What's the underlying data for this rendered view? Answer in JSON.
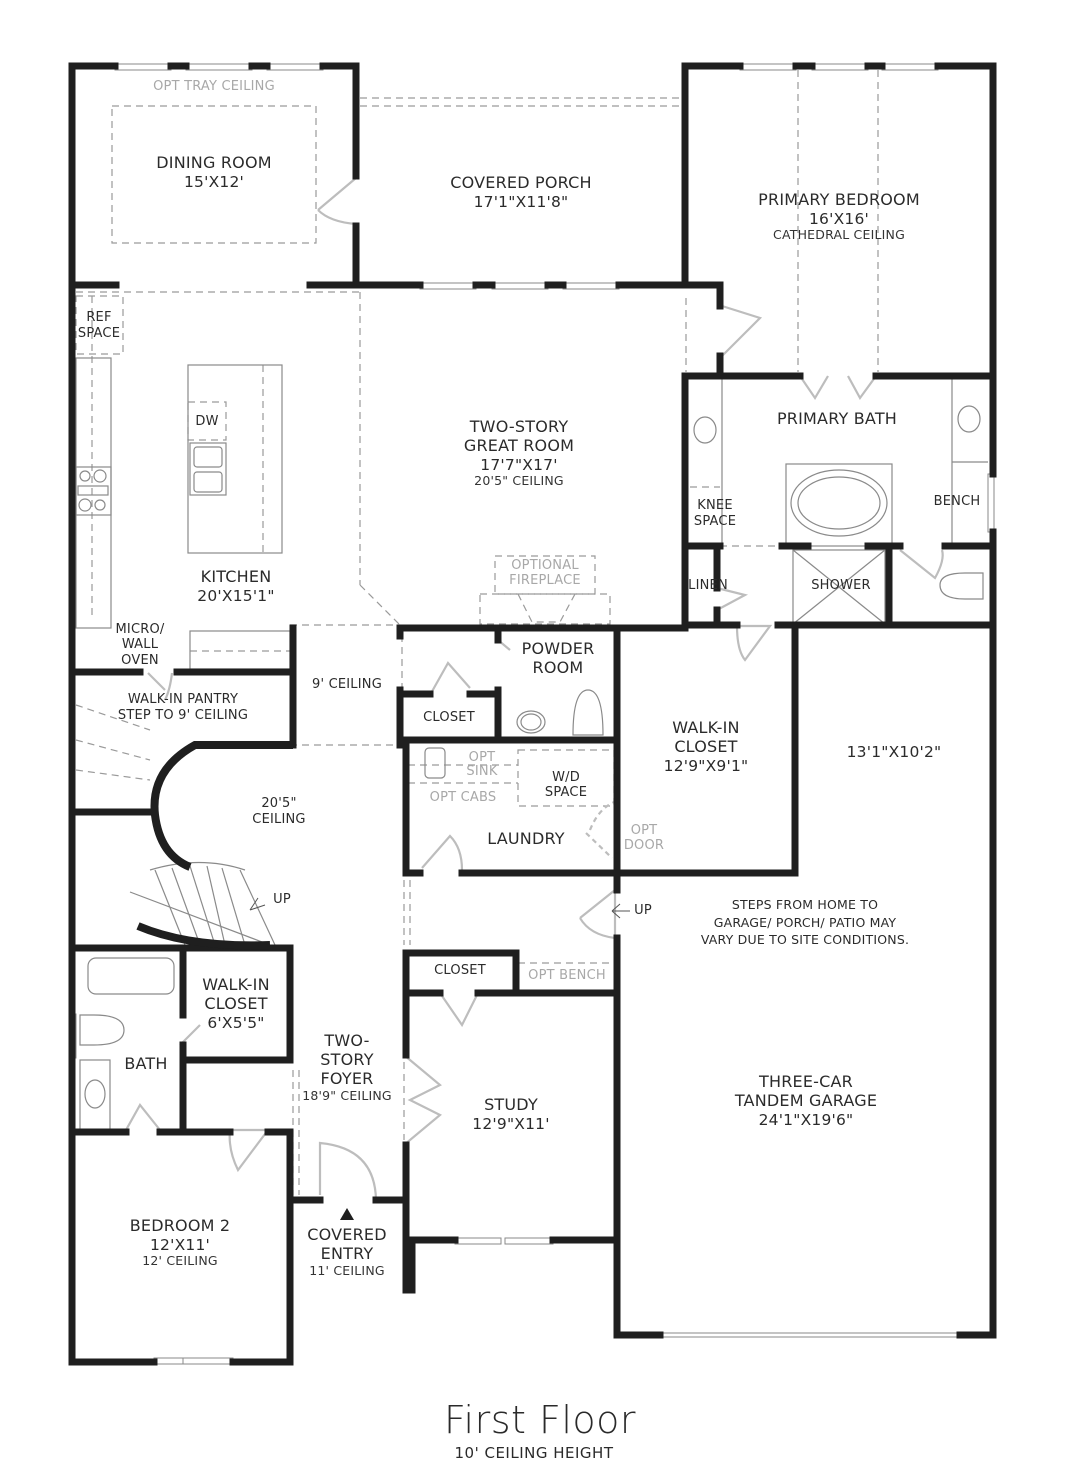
{
  "plan": {
    "title": "First Floor",
    "subtitle": "10' CEILING HEIGHT",
    "colors": {
      "wall": "#1f1f1f",
      "door": "#bdbdbd",
      "dashed": "#9a9a9a",
      "optional_text": "#a8a8a8"
    }
  },
  "rooms": {
    "dining": {
      "note": "OPT TRAY CEILING",
      "name": "DINING ROOM",
      "size": "15'X12'"
    },
    "porch": {
      "name": "COVERED PORCH",
      "size": "17'1\"X11'8\""
    },
    "primary_bed": {
      "name": "PRIMARY BEDROOM",
      "size": "16'X16'",
      "ceiling": "CATHEDRAL CEILING"
    },
    "ref": {
      "line1": "REF",
      "line2": "SPACE"
    },
    "dw": "DW",
    "kitchen": {
      "name": "KITCHEN",
      "size": "20'X15'1\""
    },
    "micro": {
      "line1": "MICRO/",
      "line2": "WALL",
      "line3": "OVEN"
    },
    "great_room": {
      "line1": "TWO-STORY",
      "line2": "GREAT ROOM",
      "size": "17'7\"X17'",
      "ceiling": "20'5\" CEILING"
    },
    "fireplace": {
      "line1": "OPTIONAL",
      "line2": "FIREPLACE"
    },
    "primary_bath": {
      "name": "PRIMARY BATH"
    },
    "knee": {
      "line1": "KNEE",
      "line2": "SPACE"
    },
    "bench": "BENCH",
    "linen": "LINEN",
    "shower": "SHOWER",
    "powder": {
      "line1": "POWDER",
      "line2": "ROOM"
    },
    "closet_powder": "CLOSET",
    "nine_ceiling": "9' CEILING",
    "pantry": {
      "line1": "WALK-IN PANTRY",
      "line2": "STEP TO 9' CEILING"
    },
    "stair_ceiling": {
      "line1": "20'5\"",
      "line2": "CEILING"
    },
    "stair_up": "UP",
    "laundry": {
      "name": "LAUNDRY",
      "opt_sink_1": "OPT",
      "opt_sink_2": "SINK",
      "opt_cabs": "OPT CABS",
      "wd_1": "W/D",
      "wd_2": "SPACE",
      "opt_door_1": "OPT",
      "opt_door_2": "DOOR"
    },
    "walkin_primary": {
      "line1": "WALK-IN",
      "line2": "CLOSET",
      "size": "12'9\"X9'1\""
    },
    "garage_front": {
      "size": "13'1\"X10'2\""
    },
    "garage_note": {
      "line1": "STEPS FROM HOME TO",
      "line2": "GARAGE/ PORCH/ PATIO MAY",
      "line3": "VARY DUE TO SITE CONDITIONS."
    },
    "garage_up": "UP",
    "closet_hall": "CLOSET",
    "opt_bench": "OPT BENCH",
    "walkin_small": {
      "line1": "WALK-IN",
      "line2": "CLOSET",
      "size": "6'X5'5\""
    },
    "bath": "BATH",
    "foyer": {
      "line1": "TWO-",
      "line2": "STORY",
      "line3": "FOYER",
      "ceiling": "18'9\" CEILING"
    },
    "study": {
      "name": "STUDY",
      "size": "12'9\"X11'"
    },
    "garage": {
      "line1": "THREE-CAR",
      "line2": "TANDEM GARAGE",
      "size": "24'1\"X19'6\""
    },
    "bedroom2": {
      "name": "BEDROOM 2",
      "size": "12'X11'",
      "ceiling": "12' CEILING"
    },
    "entry": {
      "line1": "COVERED",
      "line2": "ENTRY",
      "ceiling": "11' CEILING"
    }
  }
}
